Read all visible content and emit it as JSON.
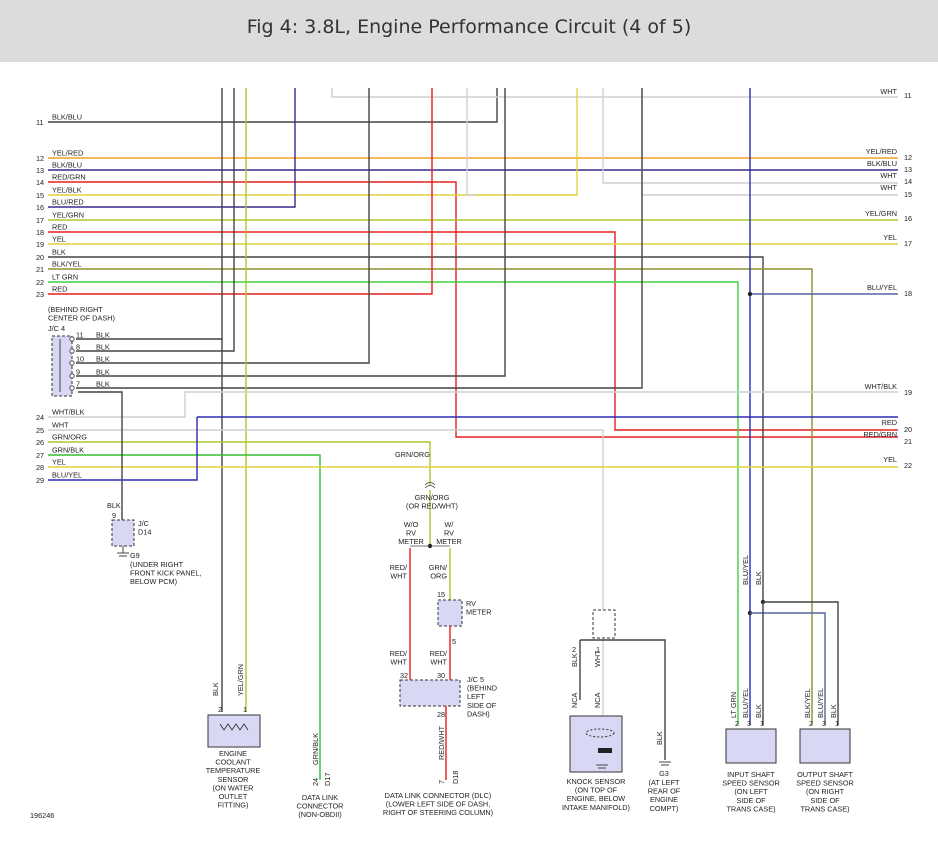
{
  "header": {
    "title": "Fig 4: 3.8L, Engine Performance Circuit (4 of 5)"
  },
  "colors": {
    "BLK": "#444444",
    "BLU": "#2b2bb3",
    "YEL": "#e0d43a",
    "ORG": "#f0a020",
    "RED": "#e32020",
    "WHT": "#cfcfcf",
    "GRN": "#30c030",
    "LTGRN": "#40d040",
    "VIO": "#3a2a8a",
    "OLIVE": "#8f8f30",
    "YELGRN": "#a8c830",
    "BLUYEL": "#5565a0"
  },
  "wires": [
    {
      "num": "11",
      "label": "BLK/BLU",
      "color": "BLK",
      "right_label": "WHT",
      "right_num": "11"
    },
    {
      "num": "12",
      "label": "YEL/RED",
      "color": "ORG",
      "right_label": "YEL/RED",
      "right_num": "12"
    },
    {
      "num": "13",
      "label": "BLK/BLU",
      "color": "VIO",
      "right_label": "BLK/BLU",
      "right_num": "13"
    },
    {
      "num": "14",
      "label": "RED/GRN",
      "color": "RED",
      "right_label": "WHT",
      "right_num": "14"
    },
    {
      "num": "15",
      "label": "YEL/BLK",
      "color": "YEL",
      "right_label": "WHT",
      "right_num": "15"
    },
    {
      "num": "16",
      "label": "BLU/RED",
      "color": "VIO",
      "right_label": "YEL/GRN",
      "right_num": "16"
    },
    {
      "num": "17",
      "label": "YEL/GRN",
      "color": "YELGRN",
      "right_label": "YEL",
      "right_num": "17"
    },
    {
      "num": "18",
      "label": "RED",
      "color": "RED",
      "right_label": "",
      "right_num": ""
    },
    {
      "num": "19",
      "label": "YEL",
      "color": "YEL",
      "right_label": "",
      "right_num": ""
    },
    {
      "num": "20",
      "label": "BLK",
      "color": "BLK",
      "right_label": "",
      "right_num": ""
    },
    {
      "num": "21",
      "label": "BLK/YEL",
      "color": "OLIVE",
      "right_label": "",
      "right_num": ""
    },
    {
      "num": "22",
      "label": "LT GRN",
      "color": "LTGRN",
      "right_label": "BLU/YEL",
      "right_num": "18"
    },
    {
      "num": "23",
      "label": "RED",
      "color": "RED",
      "right_label": "",
      "right_num": ""
    },
    {
      "num": "24",
      "label": "WHT/BLK",
      "color": "WHT",
      "right_label": "WHT/BLK",
      "right_num": "19"
    },
    {
      "num": "25",
      "label": "WHT",
      "color": "WHT",
      "right_label": "RED",
      "right_num": "20"
    },
    {
      "num": "26",
      "label": "GRN/ORG",
      "color": "YELGRN",
      "right_label": "RED/GRN",
      "right_num": "21"
    },
    {
      "num": "27",
      "label": "GRN/BLK",
      "color": "GRN",
      "right_label": "YEL",
      "right_num": "22"
    },
    {
      "num": "28",
      "label": "YEL",
      "color": "YEL",
      "right_label": "",
      "right_num": ""
    },
    {
      "num": "29",
      "label": "BLU/YEL",
      "color": "BLU",
      "right_label": "",
      "right_num": ""
    }
  ],
  "jc4": {
    "title": "(BEHIND RIGHT\nCENTER OF DASH)",
    "name": "J/C 4",
    "pins": [
      {
        "pin": "11",
        "label": "BLK"
      },
      {
        "pin": "8",
        "label": "BLK"
      },
      {
        "pin": "10",
        "label": "BLK"
      },
      {
        "pin": "9",
        "label": "BLK"
      },
      {
        "pin": "7",
        "label": "BLK"
      }
    ]
  },
  "jcd14": {
    "wire_label": "BLK",
    "pin": "9",
    "name": "J/C\nD14",
    "ground": "G9",
    "location": "(UNDER RIGHT\nFRONT KICK PANEL,\nBELOW PCM)"
  },
  "rv": {
    "grn_org_top": "GRN/ORG",
    "grn_org_alt": "GRN/ORG\n(OR RED/WHT)",
    "wo_rv": "W/O\nRV\nMETER",
    "w_rv": "W/\nRV\nMETER",
    "red_wht_1": "RED/\nWHT",
    "grn_org_2": "GRN/\nORG",
    "rv_meter": "RV\nMETER",
    "pin15": "15",
    "pin5": "5",
    "red_wht_2": "RED/\nWHT",
    "red_wht_3": "RED/\nWHT",
    "jc5": "J/C 5\n(BEHIND\nLEFT\nSIDE OF\nDASH)",
    "pin32": "32",
    "pin30": "30",
    "pin28": "28",
    "dlc_wire": "RED/WHT",
    "dlc_pin": "7",
    "dlc_ref": "D18",
    "dlc_label": "DATA LINK CONNECTOR (DLC)\n(LOWER LEFT SIDE OF DASH,\nRIGHT OF STEERING COLUMN)"
  },
  "ect": {
    "wire_blk": "BLK",
    "wire_yg": "YEL/GRN",
    "pin2": "2",
    "pin1": "1",
    "label": "ENGINE\nCOOLANT\nTEMPERATURE\nSENSOR\n(ON WATER\nOUTLET\nFITTING)"
  },
  "dlc_non_obd": {
    "wire": "GRN/BLK",
    "pin": "24",
    "ref": "D17",
    "label": "DATA LINK\nCONNECTOR\n(NON-OBDII)"
  },
  "knock": {
    "wire_blk": "BLK",
    "wire_wht": "WHT",
    "pin2": "2",
    "pin1": "1",
    "nca1": "NCA",
    "nca2": "NCA",
    "label": "KNOCK SENSOR\n(ON TOP OF\nENGINE, BELOW\nINTAKE MANIFOLD)"
  },
  "g3": {
    "wire": "BLK",
    "name": "G3",
    "label": "(AT LEFT\nREAR OF\nENGINE\nCOMPT)"
  },
  "input_sensor": {
    "wires": [
      "LT GRN",
      "BLU/YEL",
      "BLK"
    ],
    "pins": [
      "2",
      "3",
      "1"
    ],
    "label": "INPUT SHAFT\nSPEED SENSOR\n(ON LEFT\nSIDE OF\nTRANS CASE)"
  },
  "output_sensor": {
    "wires": [
      "BLK/YEL",
      "BLU/YEL",
      "BLK"
    ],
    "pins": [
      "2",
      "3",
      "1"
    ],
    "label": "OUTPUT SHAFT\nSPEED SENSOR\n(ON RIGHT\nSIDE OF\nTRANS CASE)"
  },
  "vertical_labels": {
    "blu_yel": "BLU/YEL",
    "blk": "BLK"
  },
  "footer": {
    "figure_id": "196246"
  }
}
